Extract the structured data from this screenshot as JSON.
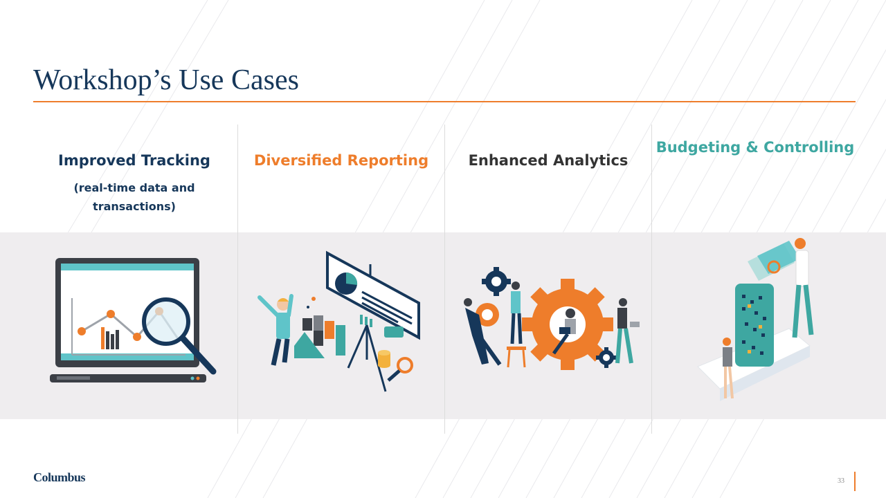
{
  "slide": {
    "title": "Workshop’s Use Cases",
    "page_number": "33",
    "logo_text": "Columbus"
  },
  "columns": [
    {
      "heading": "Improved Tracking",
      "subheading": "(real-time data and transactions)",
      "color": "#16375a",
      "illustration": "laptop-analytics-magnifier"
    },
    {
      "heading": "Diversified Reporting",
      "color": "#ee7d2b",
      "illustration": "presentation-board-charts"
    },
    {
      "heading": "Enhanced Analytics",
      "color": "#333333",
      "illustration": "team-with-gears"
    },
    {
      "heading": "Budgeting & Controlling",
      "color": "#3ea7a1",
      "illustration": "phone-dashboard-people"
    }
  ],
  "colors": {
    "navy": "#16375a",
    "orange": "#ee7d2b",
    "teal": "#3ea7a1",
    "band": "#efedef"
  }
}
